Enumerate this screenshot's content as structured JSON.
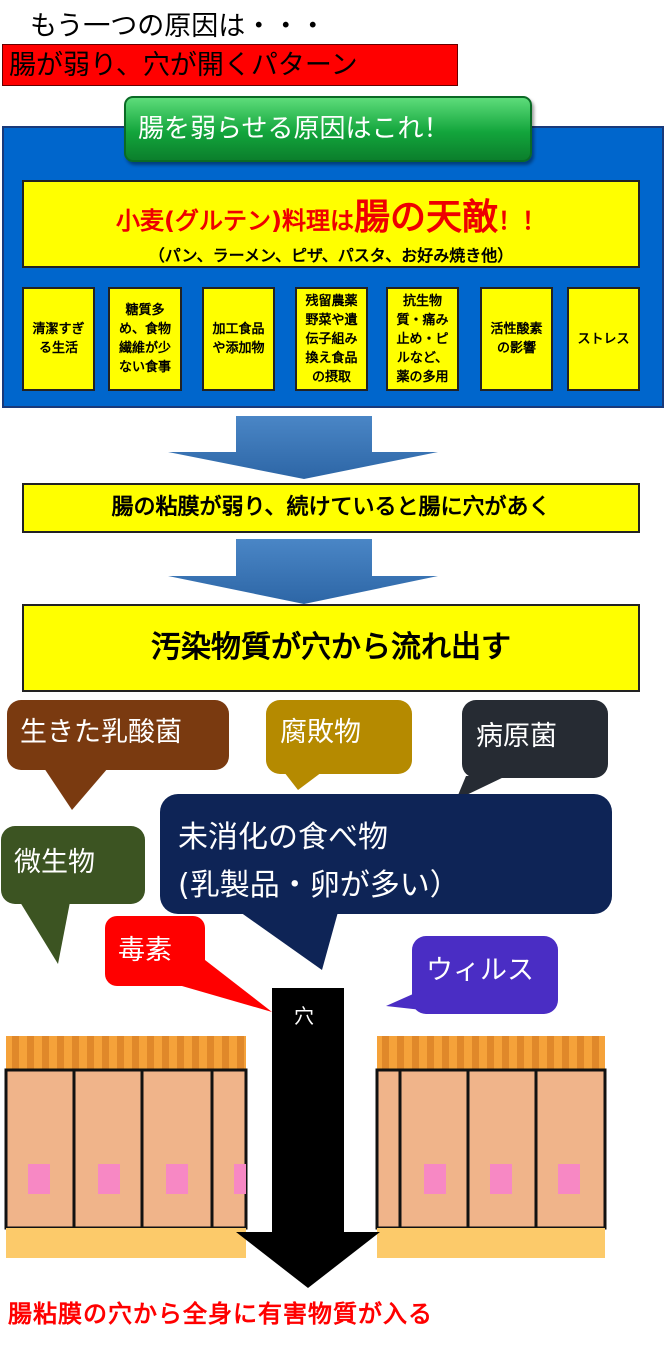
{
  "heading": "もう一つの原因は・・・",
  "subtitle": "腸が弱り、穴が開くパターン",
  "cause_header": "腸を弱らせる原因はこれ！",
  "wheat": {
    "pre": "小麦(グルテン)料理は",
    "emphasis": "腸の天敵",
    "post": "！！",
    "note": "（パン、ラーメン、ピザ、パスタ、お好み焼き他）"
  },
  "causes": [
    {
      "lines": [
        "清潔すぎ",
        "る生活"
      ]
    },
    {
      "lines": [
        "糖質多",
        "め、食物",
        "繊維が少",
        "ない食事"
      ]
    },
    {
      "lines": [
        "加工食品",
        "や添加物"
      ]
    },
    {
      "lines": [
        "残留農薬",
        "野菜や遺",
        "伝子組み",
        "換え食品",
        "の摂取"
      ]
    },
    {
      "lines": [
        "抗生物",
        "質・痛み",
        "止め・ピ",
        "ルなど、",
        "薬の多用"
      ]
    },
    {
      "lines": [
        "活性酸素",
        "の影響"
      ]
    },
    {
      "lines": [
        "ストレス"
      ]
    }
  ],
  "step1": "腸の粘膜が弱り、続けていると腸に穴があく",
  "step2": "汚染物質が穴から流れ出す",
  "bubbles": {
    "lactic": "生きた乳酸菌",
    "rotten": "腐敗物",
    "pathogen": "病原菌",
    "microbe": "微生物",
    "undigested_1": "未消化の食べ物",
    "undigested_2": "(乳製品・卵が多い）",
    "toxin": "毒素",
    "virus": "ウィルス"
  },
  "hole_label": "穴",
  "footer": "腸粘膜の穴から全身に有害物質が入る",
  "colors": {
    "red": "#ff0000",
    "blue_panel": "#0066cc",
    "yellow": "#ffff00",
    "green_button": "#13a53c",
    "arrow_blue": "#3d78b8",
    "lactic": "#7a3a10",
    "rotten": "#b58a00",
    "pathogen": "#262b33",
    "microbe": "#3c5422",
    "undigested": "#0e2456",
    "toxin": "#ff0000",
    "virus": "#4a2dc4",
    "tissue": "#f0b48a",
    "nucleus": "#f788c4"
  }
}
